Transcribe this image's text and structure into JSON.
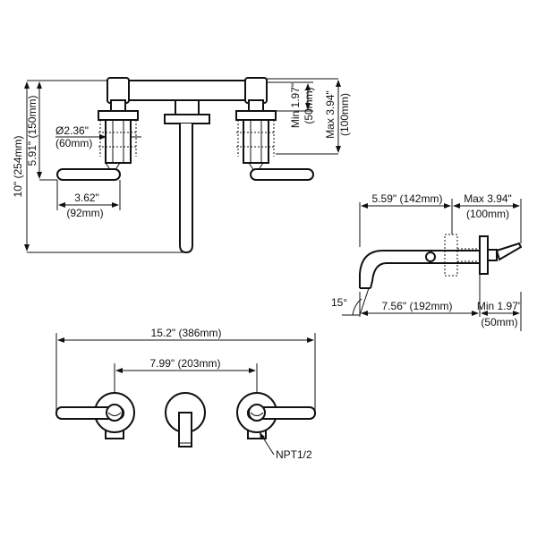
{
  "labels": {
    "height_total": "10\" (254mm)",
    "height_body": "5.91\" (150mm)",
    "diameter": "Ø2.36\"",
    "diameter_mm": "(60mm)",
    "handle_len": "3.62\"",
    "handle_len_mm": "(92mm)",
    "min_top": "Min 1.97\"",
    "min_top_mm": "(50mm)",
    "max_top": "Max 3.94\"",
    "max_top_mm": "(100mm)",
    "spout_reach": "5.59\" (142mm)",
    "max_wall": "Max 3.94\"",
    "max_wall_mm": "(100mm)",
    "angle": "15°",
    "spout_total": "7.56\" (192mm)",
    "min_wall": "Min 1.97\"",
    "min_wall_mm": "(50mm)",
    "width_total": "15.2\" (386mm)",
    "spread": "7.99\" (203mm)",
    "thread": "NPT1/2"
  },
  "colors": {
    "line": "#111111",
    "background": "#ffffff"
  }
}
